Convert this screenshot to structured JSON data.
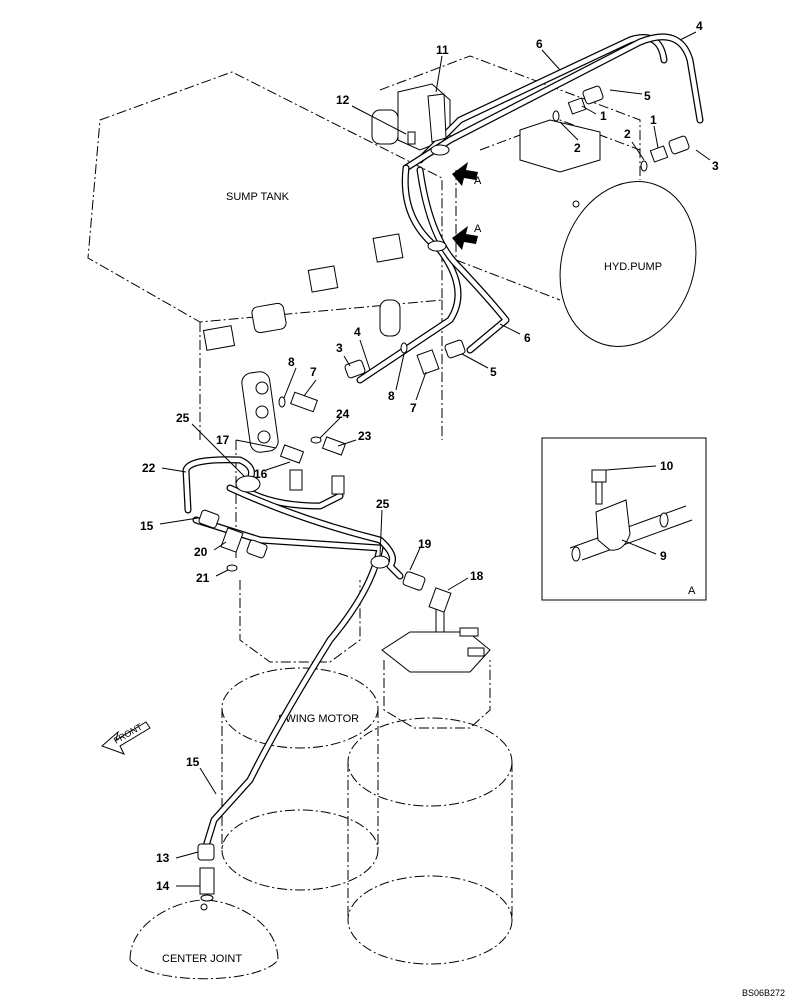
{
  "components": {
    "sump_tank": "SUMP TANK",
    "hyd_pump": "HYD.PUMP",
    "swing_motor": "SWING MOTOR",
    "center_joint": "CENTER JOINT"
  },
  "front_label": "FRONT",
  "view_letter": "A",
  "detail_view_letter": "A",
  "reference_code": "BS06B272",
  "callouts": {
    "c11": "11",
    "c12": "12",
    "c6a": "6",
    "c4a": "4",
    "c5a": "5",
    "c1a": "1",
    "c2a": "2",
    "c2b": "2",
    "c1b": "1",
    "c3a": "3",
    "c8a": "8",
    "c7a": "7",
    "c3b": "3",
    "c4b": "4",
    "c8b": "8",
    "c7b": "7",
    "c6b": "6",
    "c5b": "5",
    "c25a": "25",
    "c24": "24",
    "c17": "17",
    "c23": "23",
    "c22": "22",
    "c16": "16",
    "c15a": "15",
    "c25b": "25",
    "c20": "20",
    "c19": "19",
    "c21": "21",
    "c18": "18",
    "c15b": "15",
    "c13": "13",
    "c14": "14",
    "c10": "10",
    "c9": "9"
  }
}
